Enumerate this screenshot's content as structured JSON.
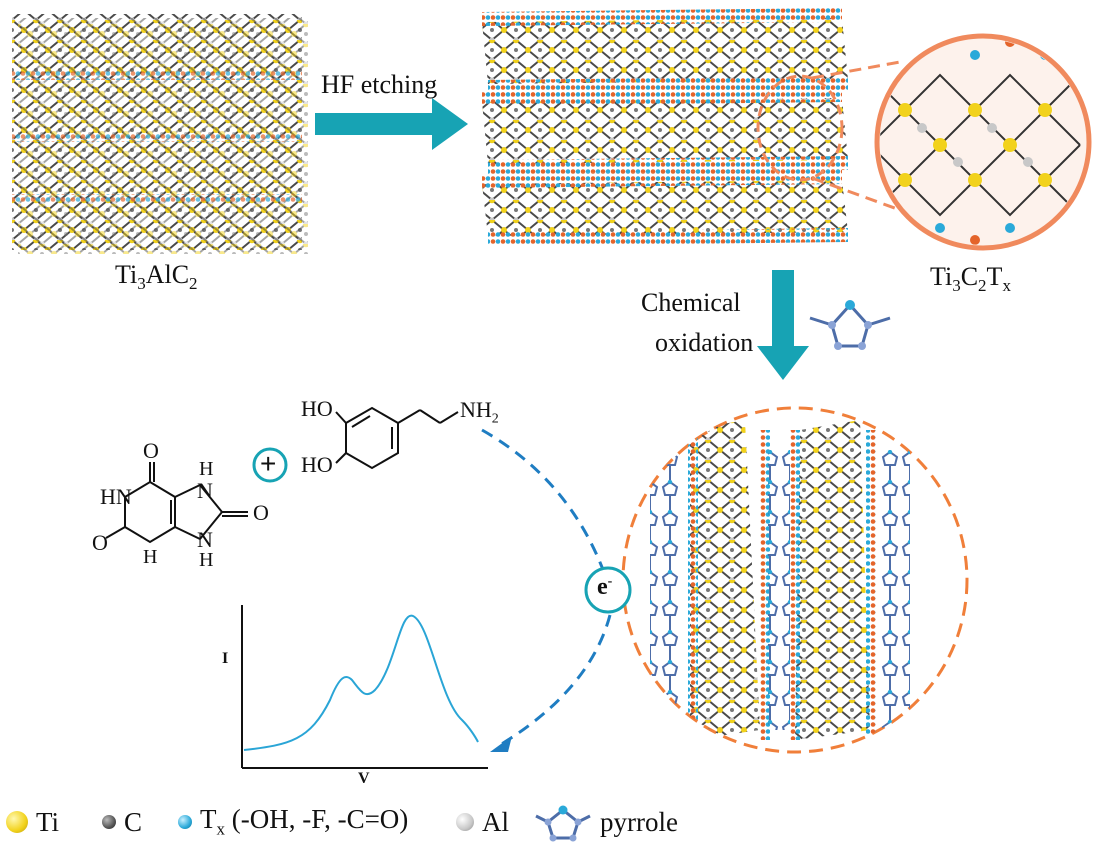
{
  "steps": {
    "etching": "HF etching",
    "oxidation_line1": "Chemical",
    "oxidation_line2": "oxidation"
  },
  "materials": {
    "max_phase": {
      "prefix": "Ti",
      "sub1": "3",
      "mid": "AlC",
      "sub2": "2"
    },
    "mxene": {
      "prefix": "Ti",
      "sub1": "3",
      "mid": "C",
      "sub2": "2",
      "mid2": "T",
      "sub3": "x"
    }
  },
  "molecules": {
    "uric_acid": {
      "o_top": "O",
      "h_top": "H",
      "hn": "HN",
      "n_top": "N",
      "o_right": "O",
      "o_left": "O",
      "h_bottom": "H",
      "n_bottom": "N",
      "h_bottom2": "H"
    },
    "dopamine": {
      "ho1": "HO",
      "ho2": "HO",
      "nh": "NH",
      "nh_sub": "2"
    },
    "plus": "+",
    "electron": {
      "base": "e",
      "sup": "-"
    }
  },
  "plot": {
    "ylabel": "I",
    "xlabel": "V"
  },
  "legend": {
    "ti": "Ti",
    "c": "C",
    "tx_prefix": "T",
    "tx_sub": "x",
    "tx_suffix": "(-OH, -F, -C=O)",
    "al": "Al",
    "pyrrole": "pyrrole"
  },
  "colors": {
    "arrow": "#17a3b4",
    "highlight": "#f08a5d",
    "electron_path": "#1f7dc2",
    "curve": "#2aa5d6",
    "ti": "#f2d21b",
    "c": "#555555",
    "tx": "#2aa9d9",
    "al": "#c8c8c8",
    "f_atom": "#e4642a"
  },
  "icons": [
    "lattice-icon",
    "pyrrole-icon"
  ]
}
